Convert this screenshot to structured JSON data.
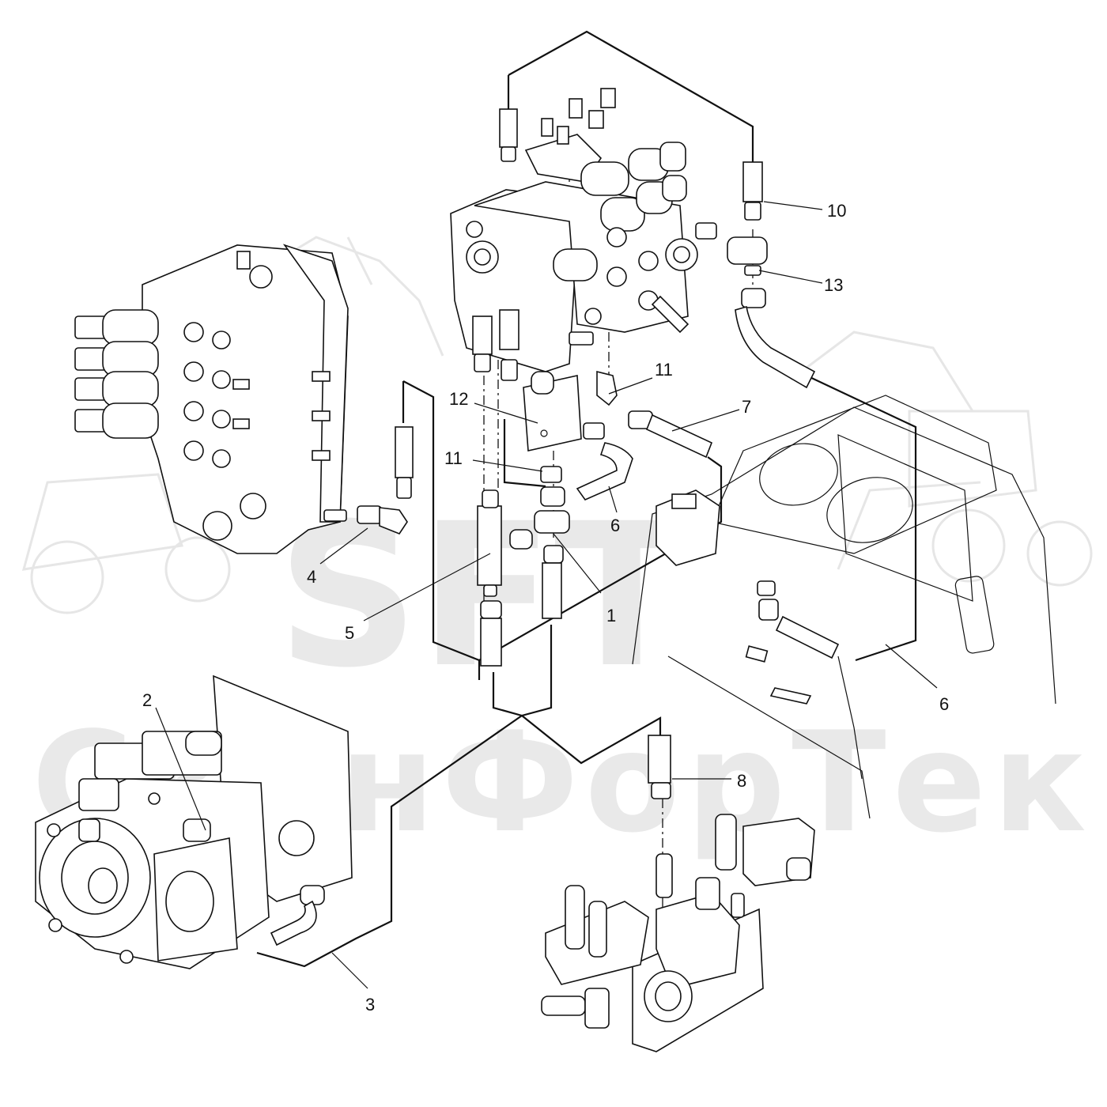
{
  "watermark": {
    "logo_text": "SFT",
    "brand_text": "СканФорТек",
    "logo_color": "#e9e9e9"
  },
  "callouts": [
    {
      "id": "1",
      "label": "1"
    },
    {
      "id": "2",
      "label": "2"
    },
    {
      "id": "3",
      "label": "3"
    },
    {
      "id": "4",
      "label": "4"
    },
    {
      "id": "5",
      "label": "5"
    },
    {
      "id": "6a",
      "label": "6"
    },
    {
      "id": "6b",
      "label": "6"
    },
    {
      "id": "7",
      "label": "7"
    },
    {
      "id": "8",
      "label": "8"
    },
    {
      "id": "10",
      "label": "10"
    },
    {
      "id": "11a",
      "label": "11"
    },
    {
      "id": "11b",
      "label": "11"
    },
    {
      "id": "12",
      "label": "12"
    },
    {
      "id": "13",
      "label": "13"
    }
  ],
  "colors": {
    "ink": "#111111",
    "paper": "#ffffff",
    "watermark": "#e9e9e9"
  }
}
